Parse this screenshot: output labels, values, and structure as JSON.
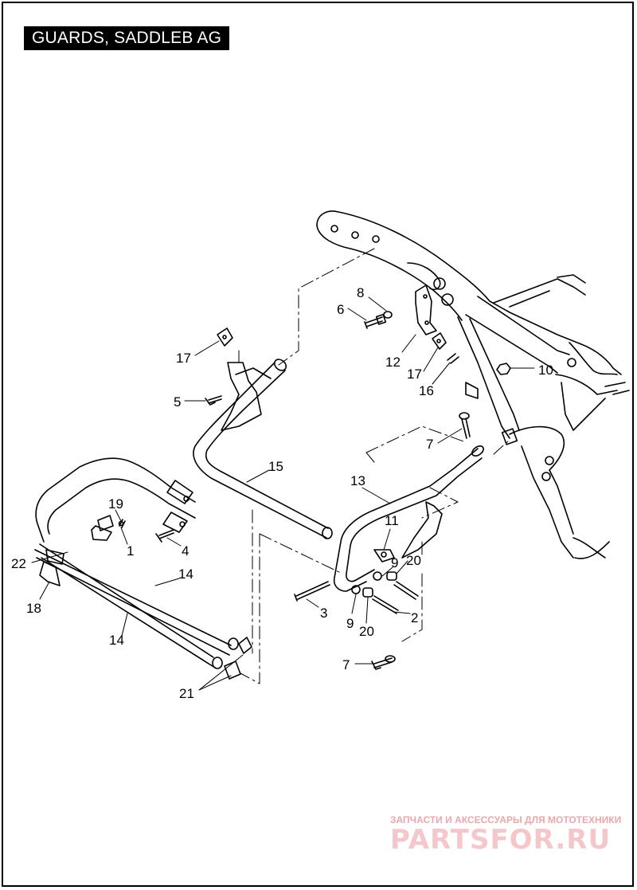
{
  "title": "GUARDS, SADDLEB AG",
  "callouts": [
    {
      "id": "c8",
      "text": "8"
    },
    {
      "id": "c6",
      "text": "6"
    },
    {
      "id": "c12",
      "text": "12"
    },
    {
      "id": "c17a",
      "text": "17"
    },
    {
      "id": "c17b",
      "text": "17"
    },
    {
      "id": "c16",
      "text": "16"
    },
    {
      "id": "c10",
      "text": "10"
    },
    {
      "id": "c5",
      "text": "5"
    },
    {
      "id": "c7a",
      "text": "7"
    },
    {
      "id": "c15",
      "text": "15"
    },
    {
      "id": "c13",
      "text": "13"
    },
    {
      "id": "c19",
      "text": "19"
    },
    {
      "id": "c1",
      "text": "1"
    },
    {
      "id": "c4",
      "text": "4"
    },
    {
      "id": "c22",
      "text": "22"
    },
    {
      "id": "c11",
      "text": "11"
    },
    {
      "id": "c9a",
      "text": "9"
    },
    {
      "id": "c20a",
      "text": "20"
    },
    {
      "id": "c14a",
      "text": "14"
    },
    {
      "id": "c18",
      "text": "18"
    },
    {
      "id": "c3",
      "text": "3"
    },
    {
      "id": "c9b",
      "text": "9"
    },
    {
      "id": "c20b",
      "text": "20"
    },
    {
      "id": "c2",
      "text": "2"
    },
    {
      "id": "c14b",
      "text": "14"
    },
    {
      "id": "c7b",
      "text": "7"
    },
    {
      "id": "c21",
      "text": "21"
    }
  ],
  "watermark": {
    "caption": "ЗАПЧАСТИ И АКСЕССУАРЫ ДЛЯ МОТОТЕХНИКИ",
    "logo": "PARTSFOR.RU"
  }
}
